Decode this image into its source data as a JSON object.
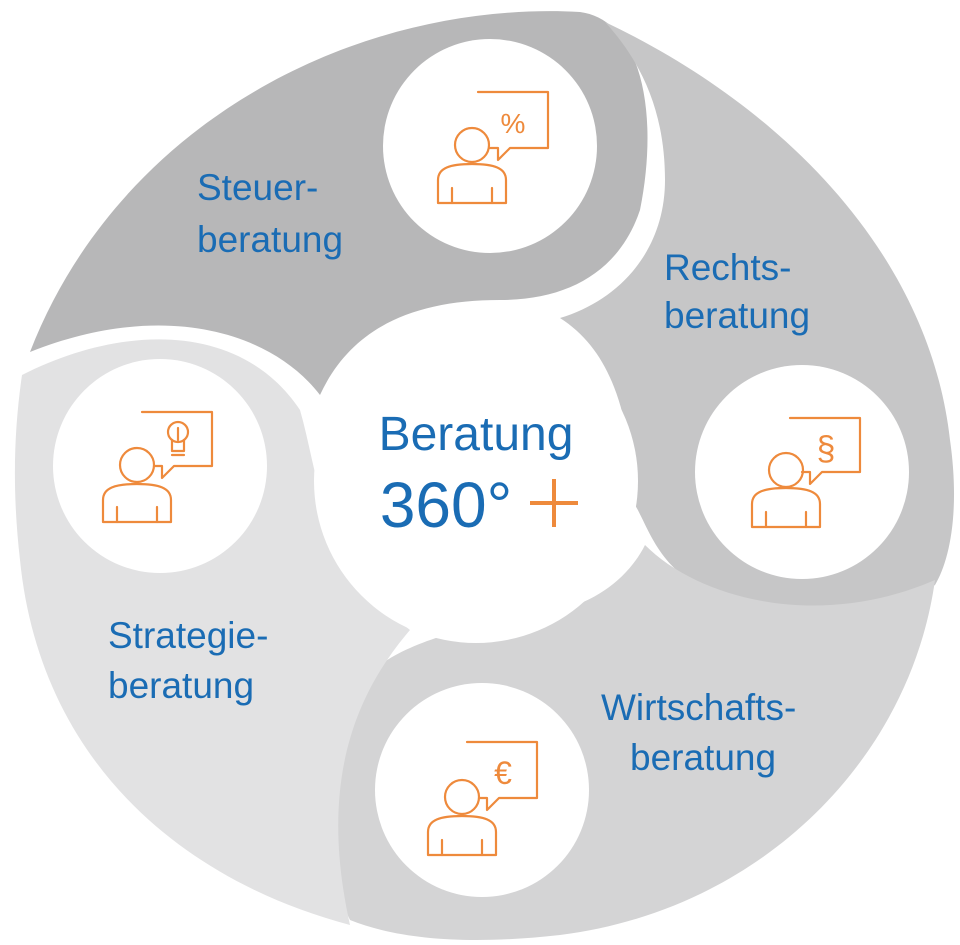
{
  "center": {
    "title": "Beratung",
    "number": "360°",
    "plus_symbol": "+"
  },
  "segments": [
    {
      "id": "steuer",
      "line1": "Steuer-",
      "line2": "beratung",
      "icon": "percent-speech-person-icon",
      "icon_glyph": "%",
      "color": "#b7b7b8"
    },
    {
      "id": "rechts",
      "line1": "Rechts-",
      "line2": "beratung",
      "icon": "paragraph-speech-person-icon",
      "icon_glyph": "§",
      "color": "#c6c6c7"
    },
    {
      "id": "wirtschaft",
      "line1": "Wirtschafts-",
      "line2": "beratung",
      "icon": "euro-speech-person-icon",
      "icon_glyph": "€",
      "color": "#d4d4d5"
    },
    {
      "id": "strategie",
      "line1": "Strategie-",
      "line2": "beratung",
      "icon": "lightbulb-speech-person-icon",
      "icon_glyph": "",
      "color": "#e2e2e3"
    }
  ],
  "colors": {
    "text_blue": "#1a6cb4",
    "accent_orange": "#ee8a3c"
  }
}
